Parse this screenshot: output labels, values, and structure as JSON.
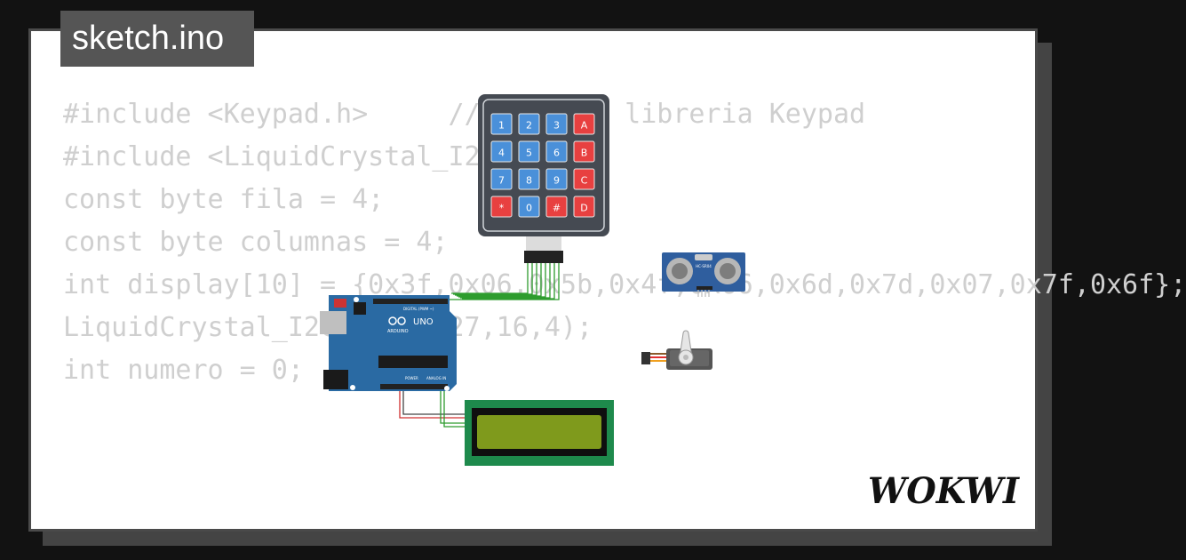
{
  "file_tab": {
    "filename": "sketch.ino"
  },
  "brand": {
    "logo_text": "WOKWI"
  },
  "code_lines": [
    "#include <Keypad.h>     // importa libreria Keypad",
    "",
    "#include <LiquidCrystal_I2C.h>",
    "",
    "const byte fila = 4;",
    "const byte columnas = 4;",
    "int display[10] = {0x3f,0x06,0x5b,0x4f,0x66,0x6d,0x7d,0x07,0x7f,0x6f};",
    "LiquidCrystal_I2C lcd(0x27,16,4);",
    "",
    "",
    "int numero = 0;"
  ],
  "keypad": {
    "rows": [
      [
        {
          "label": "1",
          "color": "#4a90d9"
        },
        {
          "label": "2",
          "color": "#4a90d9"
        },
        {
          "label": "3",
          "color": "#4a90d9"
        },
        {
          "label": "A",
          "color": "#e84040"
        }
      ],
      [
        {
          "label": "4",
          "color": "#4a90d9"
        },
        {
          "label": "5",
          "color": "#4a90d9"
        },
        {
          "label": "6",
          "color": "#4a90d9"
        },
        {
          "label": "B",
          "color": "#e84040"
        }
      ],
      [
        {
          "label": "7",
          "color": "#4a90d9"
        },
        {
          "label": "8",
          "color": "#4a90d9"
        },
        {
          "label": "9",
          "color": "#4a90d9"
        },
        {
          "label": "C",
          "color": "#e84040"
        }
      ],
      [
        {
          "label": "*",
          "color": "#e84040"
        },
        {
          "label": "0",
          "color": "#4a90d9"
        },
        {
          "label": "#",
          "color": "#e84040"
        },
        {
          "label": "D",
          "color": "#e84040"
        }
      ]
    ]
  },
  "arduino": {
    "model_label": "UNO",
    "brand_label": "ARDUINO",
    "digital_label": "DIGITAL (PWM ~)",
    "power_label": "POWER",
    "analog_label": "ANALOG IN"
  },
  "ultrasonic": {
    "model_label": "HC-SR04"
  },
  "colors": {
    "board_blue": "#2a6aa3",
    "lcd_green": "#1e8a4c",
    "lcd_screen": "#7f9a1c",
    "wire_green": "#2e9c2e",
    "wire_red": "#d03030",
    "keypad_body": "#454a52"
  }
}
